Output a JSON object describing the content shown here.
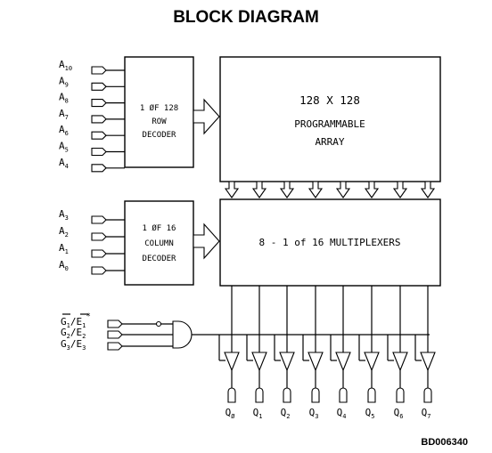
{
  "title": "BLOCK DIAGRAM",
  "row_address_inputs": [
    {
      "base": "A",
      "sub": "10"
    },
    {
      "base": "A",
      "sub": "9"
    },
    {
      "base": "A",
      "sub": "8"
    },
    {
      "base": "A",
      "sub": "7"
    },
    {
      "base": "A",
      "sub": "6"
    },
    {
      "base": "A",
      "sub": "5"
    },
    {
      "base": "A",
      "sub": "4"
    }
  ],
  "column_address_inputs": [
    {
      "base": "A",
      "sub": "3"
    },
    {
      "base": "A",
      "sub": "2"
    },
    {
      "base": "A",
      "sub": "1"
    },
    {
      "base": "A",
      "sub": "0"
    }
  ],
  "row_decoder": {
    "line1": "1 ØF 128",
    "line2": "ROW",
    "line3": "DECODER"
  },
  "column_decoder": {
    "line1": "1 ØF 16",
    "line2": "COLUMN",
    "line3": "DECODER"
  },
  "array": {
    "line1": "128 X 128",
    "line2": "PROGRAMMABLE",
    "line3": "ARRAY"
  },
  "multiplexers": {
    "label": "8 - 1 of 16 MULTIPLEXERS"
  },
  "enable_inputs": [
    {
      "a": "G",
      "a_sub": "1",
      "b": "E",
      "b_sub": "1",
      "mark": "*"
    },
    {
      "a": "G",
      "a_sub": "2",
      "b": "E",
      "b_sub": "2",
      "mark": ""
    },
    {
      "a": "G",
      "a_sub": "3",
      "b": "E",
      "b_sub": "3",
      "mark": ""
    }
  ],
  "outputs": [
    {
      "base": "Q",
      "sub": "Ø"
    },
    {
      "base": "Q",
      "sub": "1"
    },
    {
      "base": "Q",
      "sub": "2"
    },
    {
      "base": "Q",
      "sub": "3"
    },
    {
      "base": "Q",
      "sub": "4"
    },
    {
      "base": "Q",
      "sub": "5"
    },
    {
      "base": "Q",
      "sub": "6"
    },
    {
      "base": "Q",
      "sub": "7"
    }
  ],
  "figure_ref": "BD006340"
}
